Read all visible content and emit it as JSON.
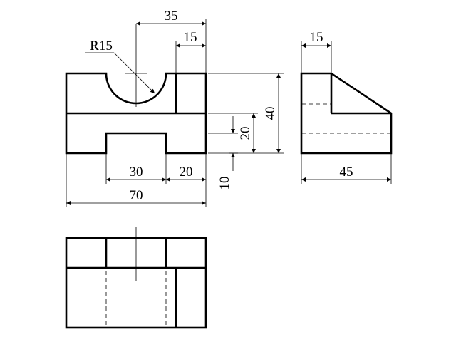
{
  "dimensions": {
    "top_width_35": "35",
    "top_right_15": "15",
    "radius": "R15",
    "height_40": "40",
    "height_20": "20",
    "height_10": "10",
    "slot_width_30": "30",
    "right_step_20": "20",
    "total_width_70": "70",
    "side_top_15": "15",
    "side_depth_45": "45"
  }
}
